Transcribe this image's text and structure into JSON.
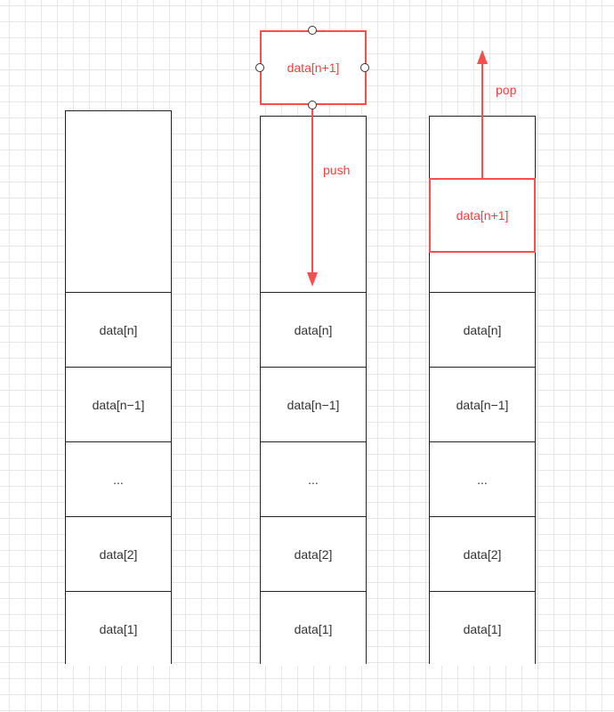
{
  "stacks": [
    {
      "cells": [
        "data[n]",
        "data[n−1]",
        "...",
        "data[2]",
        "data[1]"
      ]
    },
    {
      "cells": [
        "data[n]",
        "data[n−1]",
        "...",
        "data[2]",
        "data[1]"
      ]
    },
    {
      "cells": [
        "data[n]",
        "data[n−1]",
        "...",
        "data[2]",
        "data[1]"
      ]
    }
  ],
  "push_box": {
    "label": "data[n+1]"
  },
  "pop_box": {
    "label": "data[n+1]"
  },
  "push_label": "push",
  "pop_label": "pop",
  "colors": {
    "accent": "#ff3b3b",
    "outline": "#222222",
    "grid": "#e6e6e6"
  }
}
